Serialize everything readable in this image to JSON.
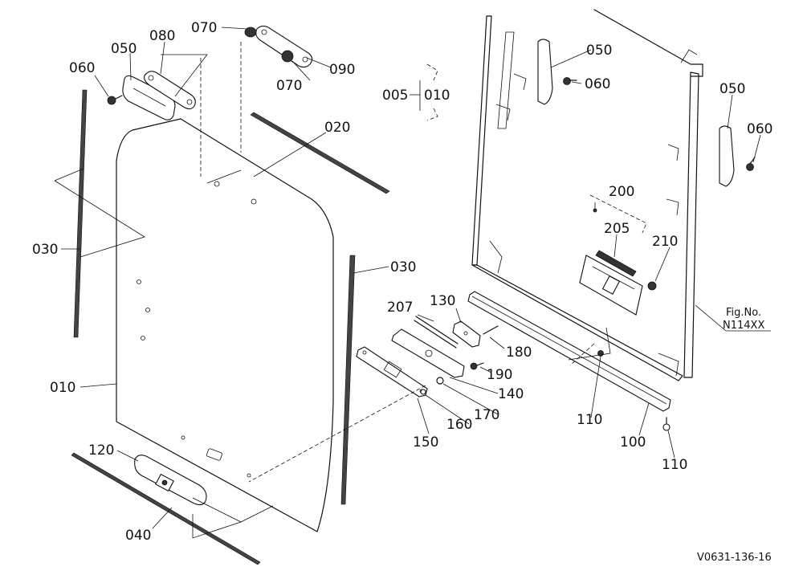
{
  "callouts": [
    {
      "id": "070a",
      "text": "070"
    },
    {
      "id": "080",
      "text": "080"
    },
    {
      "id": "050a",
      "text": "050"
    },
    {
      "id": "060a",
      "text": "060"
    },
    {
      "id": "090",
      "text": "090"
    },
    {
      "id": "070b",
      "text": "070"
    },
    {
      "id": "005",
      "text": "005"
    },
    {
      "id": "010a",
      "text": "010"
    },
    {
      "id": "050b",
      "text": "050"
    },
    {
      "id": "060b",
      "text": "060"
    },
    {
      "id": "050c",
      "text": "050"
    },
    {
      "id": "060c",
      "text": "060"
    },
    {
      "id": "020",
      "text": "020"
    },
    {
      "id": "030a",
      "text": "030"
    },
    {
      "id": "030b",
      "text": "030"
    },
    {
      "id": "010b",
      "text": "010"
    },
    {
      "id": "200",
      "text": "200"
    },
    {
      "id": "205",
      "text": "205"
    },
    {
      "id": "210",
      "text": "210"
    },
    {
      "id": "207",
      "text": "207"
    },
    {
      "id": "130",
      "text": "130"
    },
    {
      "id": "180",
      "text": "180"
    },
    {
      "id": "190",
      "text": "190"
    },
    {
      "id": "140",
      "text": "140"
    },
    {
      "id": "170",
      "text": "170"
    },
    {
      "id": "160",
      "text": "160"
    },
    {
      "id": "150",
      "text": "150"
    },
    {
      "id": "110a",
      "text": "110"
    },
    {
      "id": "100",
      "text": "100"
    },
    {
      "id": "110b",
      "text": "110"
    },
    {
      "id": "120",
      "text": "120"
    },
    {
      "id": "040",
      "text": "040"
    }
  ],
  "figure_ref": {
    "line1": "Fig.No.",
    "line2": "N114XX"
  },
  "drawing_code": "V0631-136-16"
}
